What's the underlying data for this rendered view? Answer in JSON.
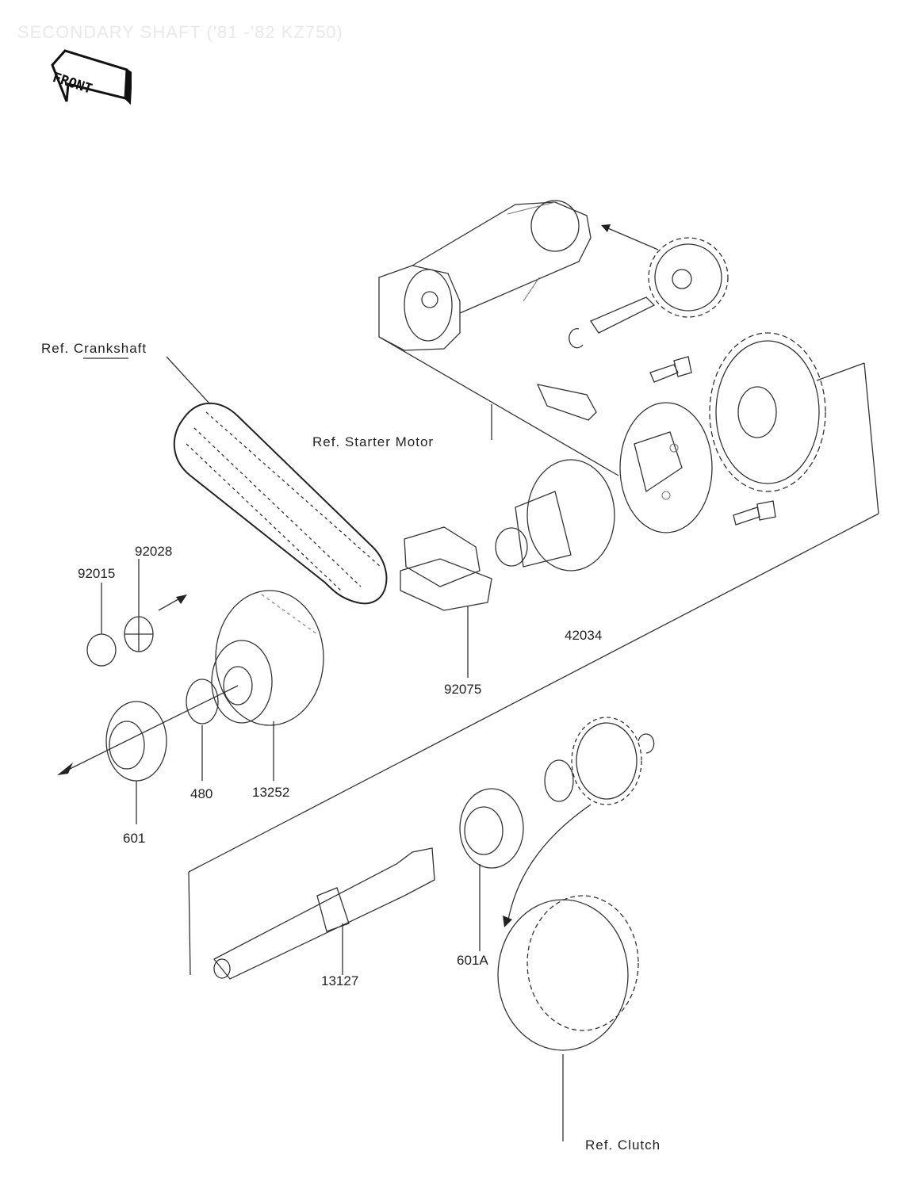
{
  "header": {
    "title": "SECONDARY SHAFT ('81 -'82 KZ750)"
  },
  "badge": {
    "text": "FRONT"
  },
  "references": {
    "crankshaft": "Ref. Crankshaft",
    "starter_motor": "Ref. Starter Motor",
    "clutch": "Ref. Clutch"
  },
  "parts": {
    "p92028": "92028",
    "p92015": "92015",
    "p601": "601",
    "p480": "480",
    "p13252": "13252",
    "p92075": "92075",
    "p42034": "42034",
    "p601a": "601A",
    "p13127": "13127"
  }
}
